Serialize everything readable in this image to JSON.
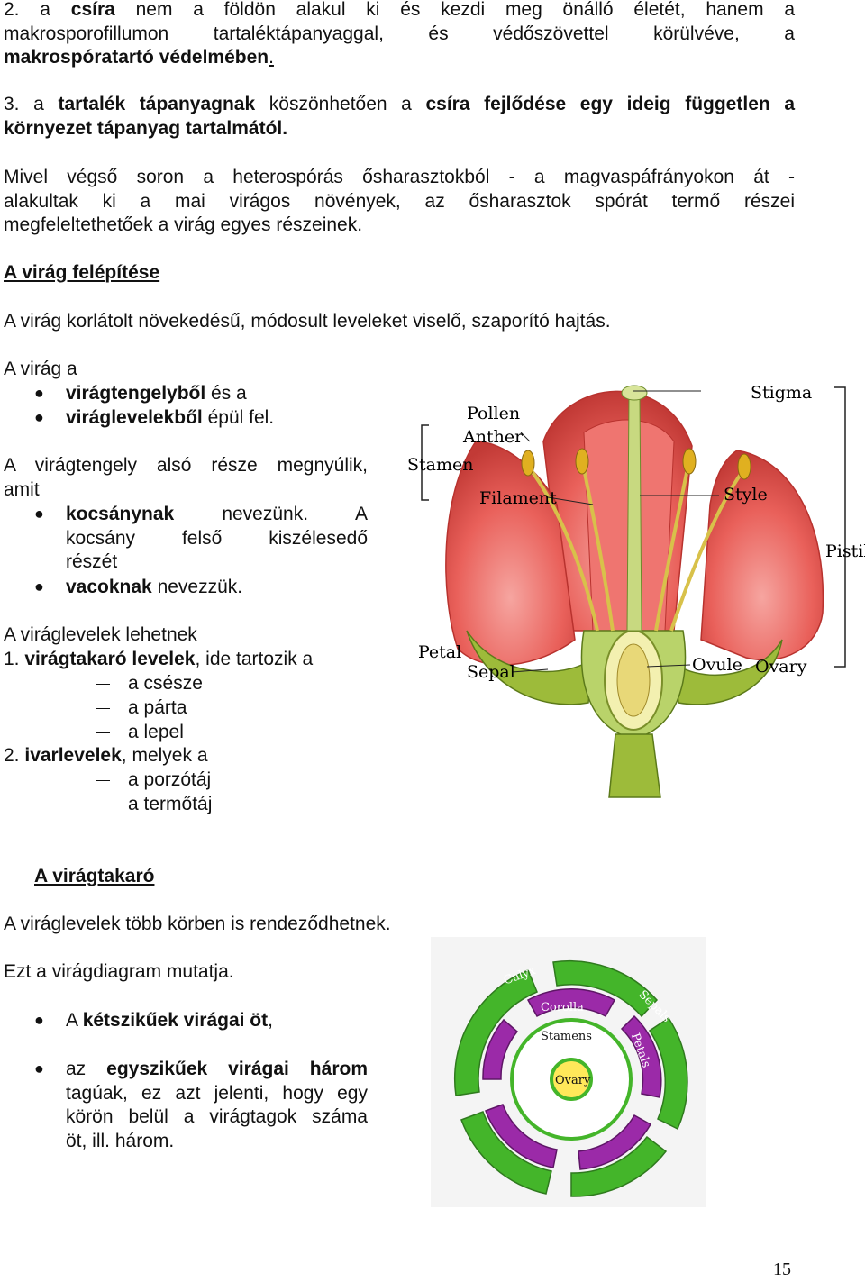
{
  "para2": {
    "num": "2.",
    "a": "a",
    "b1": "csíra",
    "c": "nem a földön alakul ki és kezdi meg önálló életét, hanem a",
    "line2": "makrosporofillumon tartaléktápanyaggal, és védőszövettel körülvéve, a",
    "b2": "makrospóratartó védelmében",
    "dot": "."
  },
  "para3": {
    "num": "3.",
    "a": "a",
    "b1": "tartalék tápanyagnak",
    "c": "köszönhetően a",
    "b2": "csíra fejlődése egy ideig független a",
    "b3": "környezet tápanyag tartalmától."
  },
  "intro": {
    "line1": "Mivel végső soron a heterospórás ősharasztokból - a magvaspáfrányokon át -",
    "line2": "alakultak ki a mai virágos növények, az ősharasztok spórát termő részei",
    "line3": "megfeleltethetőek a virág egyes részeinek."
  },
  "heading1": "A virág felépítése",
  "definition": "A virág korlátolt növekedésű, módosult leveleket viselő, szaporító hajtás.",
  "structure": {
    "lead": "A virág a",
    "items": [
      {
        "bold": "virágtengelyből",
        "rest": " és a"
      },
      {
        "bold": "viráglevelekből",
        "rest": " épül fel."
      }
    ]
  },
  "axis": {
    "lead1": "A virágtengely alsó része megnyúlik,",
    "lead2": "amit",
    "item1_bold": "kocsánynak",
    "item1_rest": "nevezünk. A",
    "item1_line2": "kocsány felső kiszélesedő",
    "item1_line3": "részét",
    "item2_bold": "vacoknak",
    "item2_rest": " nevezzük."
  },
  "leaves": {
    "lead": "A viráglevelek lehetnek",
    "group1_num": "1. ",
    "group1_bold": "virágtakaró levelek",
    "group1_rest": ", ide tartozik a",
    "group1_items": [
      "a csésze",
      "a párta",
      "a lepel"
    ],
    "group2_num": "2. ",
    "group2_bold": "ivarlevelek",
    "group2_rest": ", melyek a",
    "group2_items": [
      "a porzótáj",
      "a termőtáj"
    ]
  },
  "heading2": "A virágtakaró",
  "whorls": "A viráglevelek több körben is rendeződhetnek.",
  "diagram_note": "Ezt a virágdiagram mutatja.",
  "dicot": {
    "a": "A ",
    "bold": "kétszikűek virágai öt",
    "rest": ","
  },
  "monocot": {
    "a": "az",
    "bold": "egyszikűek virágai három",
    "line2": "tagúak, ez azt jelenti, hogy egy",
    "line3": "körön belül a virágtagok száma",
    "line4": "öt, ill. három."
  },
  "flower_labels": {
    "pollen": "Pollen",
    "anther": "Anther",
    "stamen": "Stamen",
    "filament": "Filament",
    "stigma": "Stigma",
    "style": "Style",
    "pistil": "Pistil",
    "petal": "Petal",
    "sepal": "Sepal",
    "ovule": "Ovule",
    "ovary": "Ovary"
  },
  "diagram_labels": {
    "calyx": "Calyx",
    "corolla": "Corolla",
    "sepals": "Sepals",
    "petals": "Petals",
    "stamens": "Stamens",
    "ovary": "Ovary"
  },
  "page_number": "15"
}
